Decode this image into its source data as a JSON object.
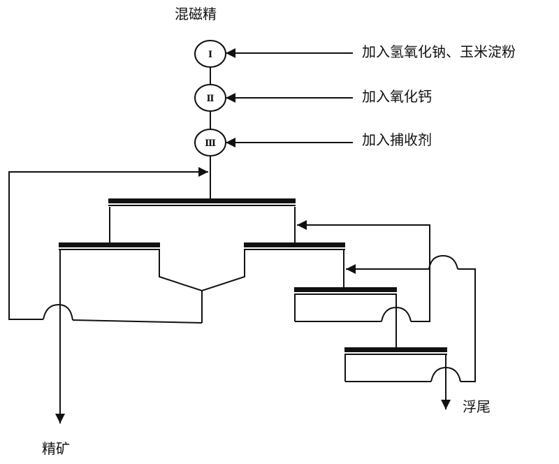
{
  "title": "混磁精",
  "stages": [
    {
      "id": "I",
      "label": "Ⅰ",
      "reagent": "加入氢氧化钠、玉米淀粉"
    },
    {
      "id": "II",
      "label": "Ⅱ",
      "reagent": "加入氧化钙"
    },
    {
      "id": "III",
      "label": "Ⅲ",
      "reagent": "加入捕收剂"
    }
  ],
  "outputs": {
    "concentrate": "精矿",
    "tailings": "浮尾"
  },
  "colors": {
    "line": "#111111",
    "background": "#ffffff"
  }
}
